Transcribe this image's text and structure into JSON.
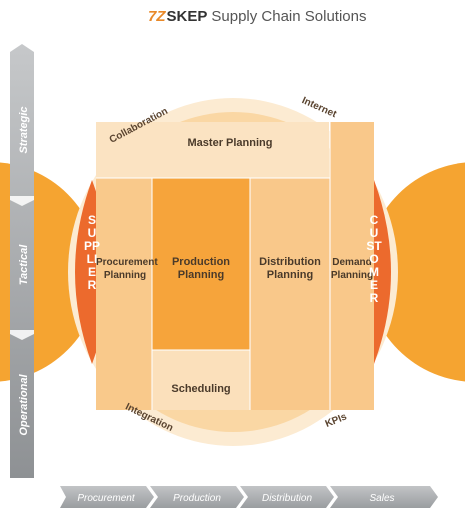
{
  "header": {
    "logo_mark": "7Z",
    "brand": "SKEP",
    "tagline": "Supply Chain Solutions"
  },
  "levels": [
    "Strategic",
    "Tactical",
    "Operational"
  ],
  "arc_labels": {
    "top_left": "Collaboration",
    "top_right": "Internet",
    "bottom_left": "Integration",
    "bottom_right": "KPIs"
  },
  "boxes": {
    "master": "Master Planning",
    "procurement": "Procurement Planning",
    "production": "Production Planning",
    "distribution": "Distribution Planning",
    "demand": "Demand Planning",
    "scheduling": "Scheduling"
  },
  "side_labels": {
    "supplier": "SUPPLIER",
    "customer": "CUSTOMER"
  },
  "flow": [
    "Procurement",
    "Production",
    "Distribution",
    "Sales"
  ],
  "colors": {
    "orange": "#f5a431",
    "dark_orange": "#ec6a2d",
    "light_orange": "#fad7a4",
    "pale_orange": "#fcebd2",
    "box_orange": "#f7b969",
    "strong_box": "#f6a43b",
    "gray_arrow": "#a7a9ac"
  }
}
